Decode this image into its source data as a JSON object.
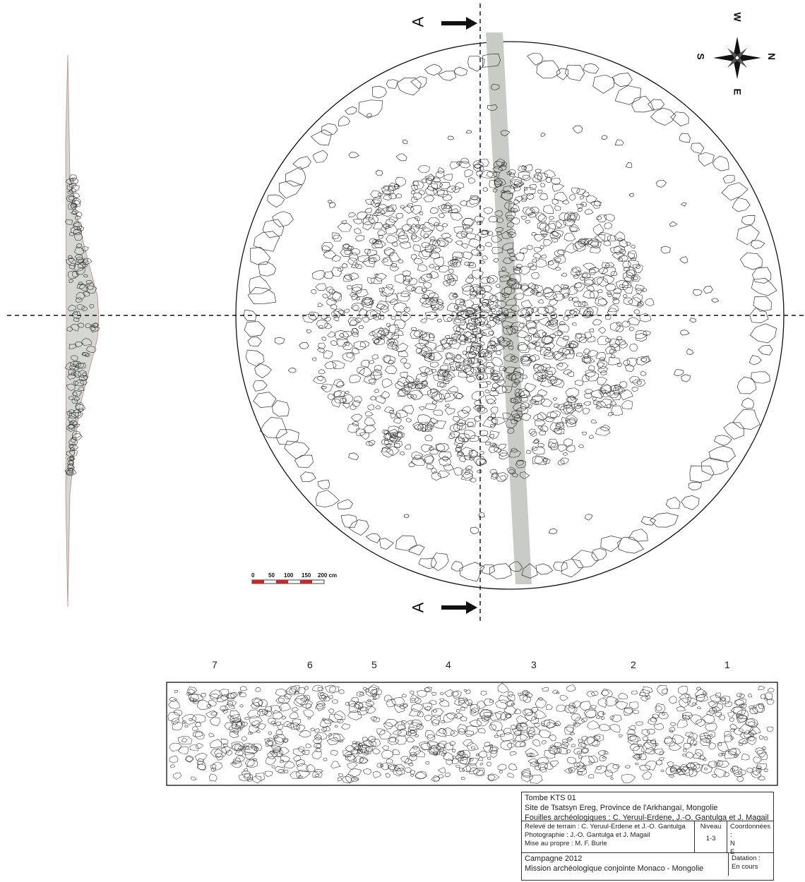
{
  "section": {
    "label": "A"
  },
  "compass": {
    "n": "N",
    "s": "S",
    "e": "E",
    "w": "W"
  },
  "scale": {
    "ticks": [
      "0",
      "50",
      "100",
      "150",
      "200 cm"
    ]
  },
  "segments": [
    "7",
    "6",
    "5",
    "4",
    "3",
    "2",
    "1"
  ],
  "cartouche": {
    "title": "Tombe KTS 01",
    "site": "Site de Tsatsyn Ereg, Province de l'Arkhangaï, Mongolie",
    "excavations": "Fouilles archéologiques : C. Yeruul-Erdene, J.-O. Gantulga et J. Magail",
    "survey": "Relevé de terrain : C. Yeruul-Erdene et J.-O. Gantulga",
    "photo": "Photographie : J.-O. Gantulga et J. Magail",
    "cleanup": "Mise au propre : M. F. Burle",
    "level_label": "Niveau",
    "level_value": "1-3",
    "coords_label": "Coordonnées :",
    "coords_n": "N",
    "coords_e": "E",
    "campaign": "Campagne 2012",
    "mission": "Mission archéologique conjointe Monaco - Mongolie",
    "dating_label": "Datation :",
    "dating_value": "En cours"
  }
}
